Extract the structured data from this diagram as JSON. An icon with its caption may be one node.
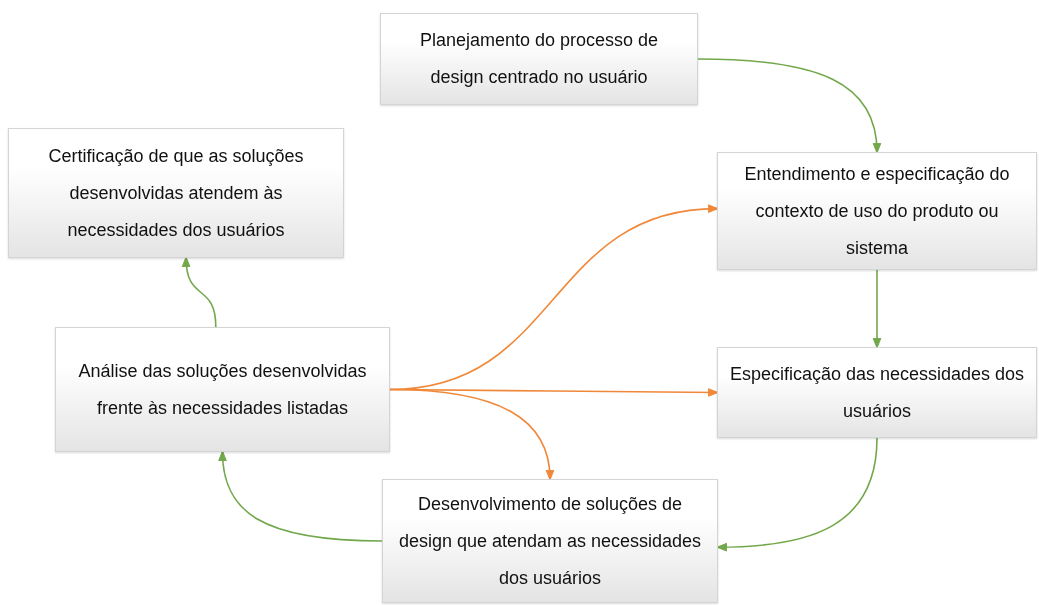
{
  "diagram": {
    "nodes": [
      {
        "text": [
          "Planejamento do processo de design centrado no usuário"
        ]
      },
      {
        "text": [
          "Certificação de que as soluções desenvolvidas atendem às necessidades dos usuários"
        ]
      },
      {
        "text": [
          "Entendimento e especificação do contexto de uso do produto ou sistema"
        ]
      },
      {
        "text": [
          "Análise das soluções desenvolvidas frente às necessidades listadas"
        ]
      },
      {
        "text": [
          "Especificação das necessidades dos usuários"
        ]
      },
      {
        "text": [
          "Desenvolvimento de soluções de design que atendam as necessidades dos usuários"
        ]
      }
    ],
    "edges": [
      {
        "from": 0,
        "to": 2,
        "arrow": "to"
      },
      {
        "from": 2,
        "to": 4,
        "arrow": "to"
      },
      {
        "from": 4,
        "to": 5,
        "arrow": "to"
      },
      {
        "from": 5,
        "to": 3,
        "arrow": "to"
      },
      {
        "from": 3,
        "to": 1,
        "arrow": "to"
      },
      {
        "from": 3,
        "to": 2,
        "arrow": "to",
        "color": "#f0883a"
      },
      {
        "from": 3,
        "to": 4,
        "arrow": "to",
        "color": "#f0883a"
      },
      {
        "from": 3,
        "to": 5,
        "arrow": "to",
        "color": "#f0883a"
      }
    ]
  }
}
